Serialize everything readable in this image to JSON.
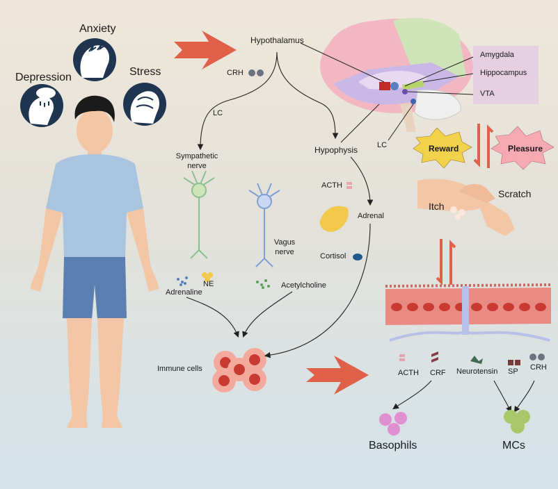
{
  "emotions": {
    "anxiety": "Anxiety",
    "depression": "Depression",
    "stress": "Stress"
  },
  "axis": {
    "hypothalamus": "Hypothalamus",
    "crh": "CRH",
    "lc": "LC",
    "hypophysis": "Hypophysis",
    "sympathetic_nerve": "Sympathetic\nnerve",
    "vagus_nerve": "Vagus\nnerve",
    "acth": "ACTH",
    "adrenal": "Adrenal",
    "cortisol": "Cortisol",
    "adrenaline": "Adrenaline",
    "ne": "NE",
    "acetylcholine": "Acetylcholine",
    "immune_cells": "Immune cells"
  },
  "brain": {
    "amygdala": "Amygdala",
    "hippocampus": "Hippocampus",
    "vta": "VTA",
    "lc": "LC"
  },
  "reward": {
    "reward": "Reward",
    "pleasure": "Pleasure"
  },
  "skin": {
    "itch": "Itch",
    "scratch": "Scratch"
  },
  "mediators": {
    "acth": "ACTH",
    "crf": "CRF",
    "neurotensin": "Neurotensin",
    "sp": "SP",
    "crh": "CRH"
  },
  "targets": {
    "basophils": "Basophils",
    "mcs": "MCs"
  },
  "colors": {
    "arrow": "#e0604a",
    "reward_burst": "#f2d24a",
    "pleasure_burst": "#f5a9b0",
    "shirt": "#a8c4df",
    "shorts": "#5b7fb0",
    "skin": "#f3c7a6",
    "cell": "#e86a5e"
  }
}
